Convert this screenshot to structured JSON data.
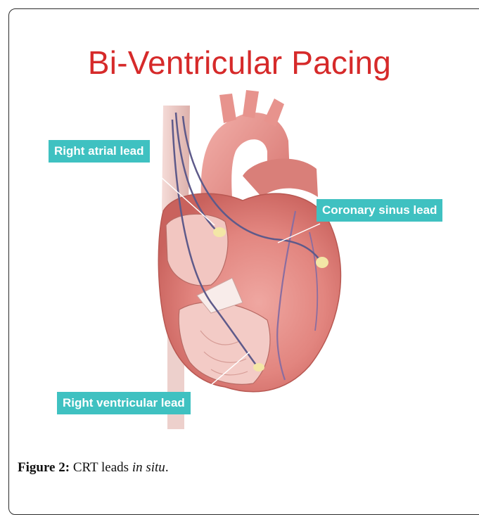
{
  "figure": {
    "title": "Bi-Ventricular Pacing",
    "labels": {
      "right_atrial": "Right atrial lead",
      "coronary_sinus": "Coronary sinus lead",
      "right_ventricular": "Right ventricular lead"
    },
    "caption": {
      "prefix": "Figure 2:",
      "text": " CRT leads ",
      "italic": "in situ",
      "suffix": "."
    }
  },
  "colors": {
    "title": "#d62a2a",
    "label_bg": "#3fc1c1",
    "heart": "#e08a86"
  }
}
